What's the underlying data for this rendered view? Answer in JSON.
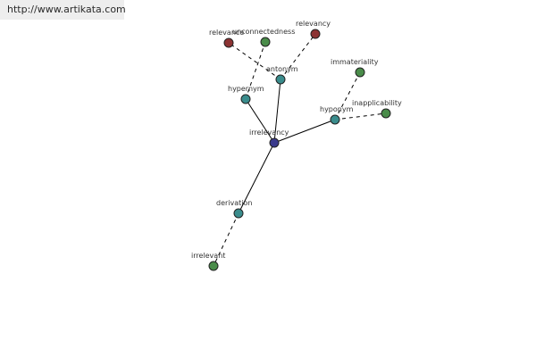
{
  "banner": {
    "url": "http://www.artikata.com"
  },
  "colors": {
    "center": "#3a3a8c",
    "relation": "#3a8c8c",
    "word_green": "#4a8c4a",
    "word_red": "#8c3333"
  },
  "graph": {
    "nodes": [
      {
        "id": "irrelevancy",
        "label": "irrelevancy",
        "kind": "center"
      },
      {
        "id": "antonym",
        "label": "antonym",
        "kind": "relation"
      },
      {
        "id": "hypernym",
        "label": "hypernym",
        "kind": "relation"
      },
      {
        "id": "hyponym",
        "label": "hyponym",
        "kind": "relation"
      },
      {
        "id": "derivation",
        "label": "derivation",
        "kind": "relation"
      },
      {
        "id": "relevance",
        "label": "relevance",
        "kind": "word_red"
      },
      {
        "id": "relevancy",
        "label": "relevancy",
        "kind": "word_red"
      },
      {
        "id": "unconnectedness",
        "label": "unconnectedness",
        "kind": "word_green"
      },
      {
        "id": "immateriality",
        "label": "immateriality",
        "kind": "word_green"
      },
      {
        "id": "inapplicability",
        "label": "inapplicability",
        "kind": "word_green"
      },
      {
        "id": "irrelevant",
        "label": "irrelevant",
        "kind": "word_green"
      }
    ],
    "edges": [
      {
        "from": "irrelevancy",
        "to": "antonym",
        "style": "solid"
      },
      {
        "from": "irrelevancy",
        "to": "hypernym",
        "style": "solid"
      },
      {
        "from": "irrelevancy",
        "to": "hyponym",
        "style": "solid"
      },
      {
        "from": "irrelevancy",
        "to": "derivation",
        "style": "solid"
      },
      {
        "from": "antonym",
        "to": "relevance",
        "style": "dashed"
      },
      {
        "from": "antonym",
        "to": "relevancy",
        "style": "dashed"
      },
      {
        "from": "hypernym",
        "to": "unconnectedness",
        "style": "dashed"
      },
      {
        "from": "hyponym",
        "to": "immateriality",
        "style": "dashed"
      },
      {
        "from": "hyponym",
        "to": "inapplicability",
        "style": "dashed"
      },
      {
        "from": "derivation",
        "to": "irrelevant",
        "style": "dashed"
      }
    ]
  }
}
